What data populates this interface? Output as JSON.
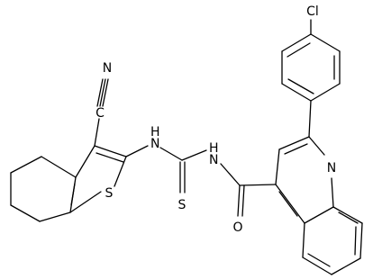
{
  "atom_labels": {
    "cl": "Cl",
    "n_nitrile": "N",
    "c_nitrile": "C",
    "nh_left": "N",
    "h_left": "H",
    "nh_right": "N",
    "h_right": "H",
    "n_quinoline": "N",
    "s_thiophene": "S",
    "s_thio": "S",
    "o_carbonyl": "O"
  },
  "colors": {
    "ink": "#000000",
    "background": "#ffffff"
  }
}
